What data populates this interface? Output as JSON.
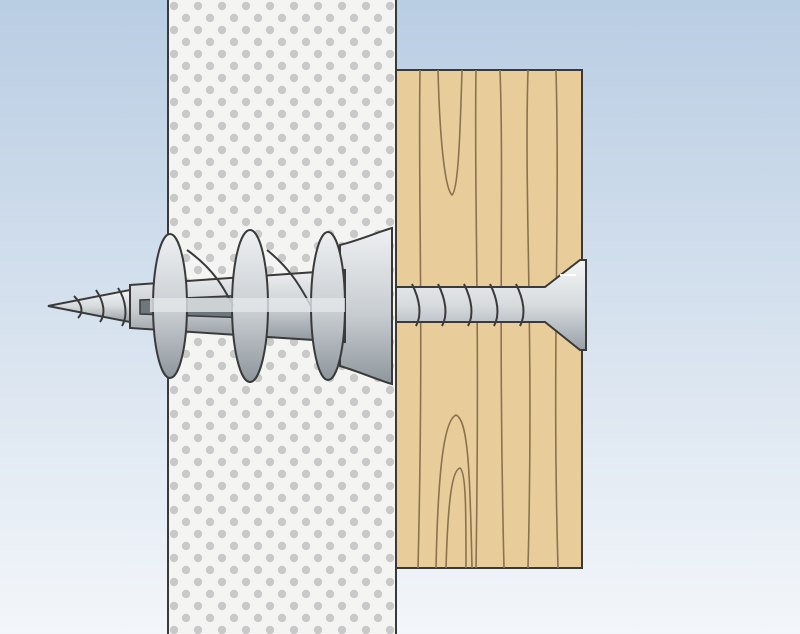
{
  "colors": {
    "background_top": "#b9cde3",
    "background_bottom": "#f3f6fa",
    "drywall": "#f4f4f2",
    "drywall_dots": "#c9c9c9",
    "wood": "#e8cd9b",
    "wood_grain": "#8a7250",
    "anchor_metal": "#c8cdd1",
    "anchor_shadow": "#8e969d",
    "screw_metal": "#d7dbde",
    "outline": "#3a3a3a"
  },
  "parts": {
    "drywall_icon": "drywall-panel",
    "wood_icon": "wood-board",
    "anchor_icon": "self-drilling-drywall-anchor",
    "screw_icon": "countersunk-wood-screw"
  }
}
